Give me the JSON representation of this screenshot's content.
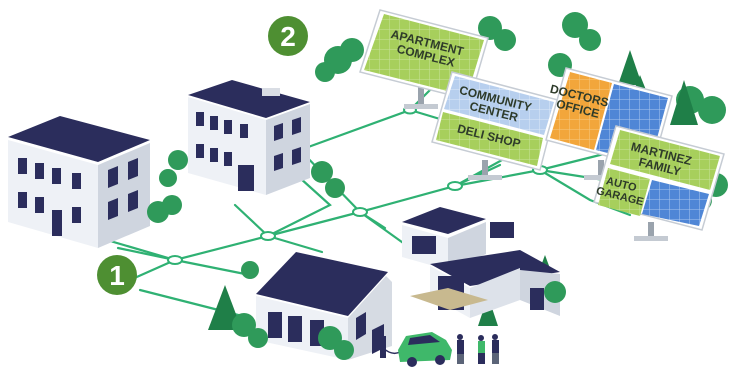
{
  "colors": {
    "grid_line": "#2fb173",
    "badge": "#4e8f32",
    "panel_green": "#9dc856",
    "panel_blue": "#5a8fd8",
    "panel_orange": "#f0a53a",
    "roof": "#2b2d5c",
    "wall": "#e9ecf2",
    "tree": "#2f9a5a",
    "car": "#3fb86a"
  },
  "badges": [
    {
      "number": "1"
    },
    {
      "number": "2"
    }
  ],
  "solar_arrays": [
    {
      "name": "apartment-complex",
      "labels": [
        "APARTMENT",
        "COMPLEX"
      ]
    },
    {
      "name": "community-center",
      "labels": [
        "COMMUNITY",
        "CENTER"
      ]
    },
    {
      "name": "deli-shop",
      "labels": [
        "DELI SHOP"
      ]
    },
    {
      "name": "doctors-office",
      "labels": [
        "DOCTORS",
        "OFFICE"
      ]
    },
    {
      "name": "martinez-family",
      "labels": [
        "MARTINEZ",
        "FAMILY"
      ]
    },
    {
      "name": "auto-garage",
      "labels": [
        "AUTO",
        "GARAGE"
      ]
    }
  ]
}
